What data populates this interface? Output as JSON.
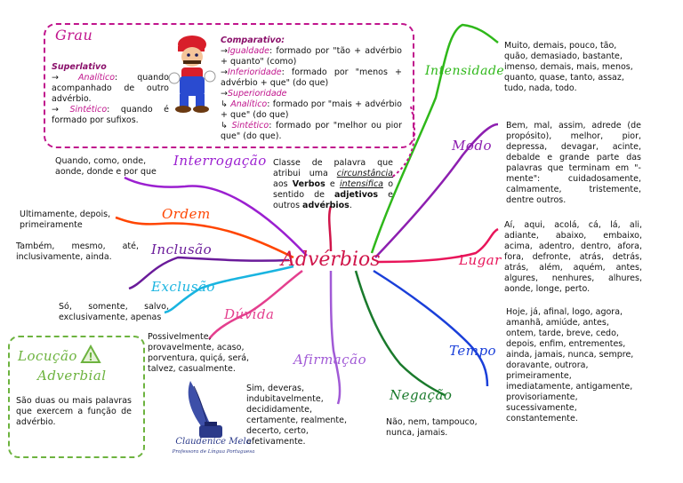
{
  "colors": {
    "center": "#d0154a",
    "interrogacao": "#9b1fd0",
    "ordem": "#ff4500",
    "inclusao": "#6a1b9a",
    "exclusao": "#19b4e0",
    "duvida": "#e43f8e",
    "afirmacao": "#a15ad6",
    "negacao": "#1a7a2c",
    "tempo": "#1a3fd9",
    "lugar": "#e8155a",
    "modo": "#8d1fb0",
    "intensidade": "#2fb81a",
    "grau_border": "#c0148c",
    "locucao_border": "#6db33f"
  },
  "center": {
    "title": "Advérbios"
  },
  "definition": {
    "part1": "Classe de palavra que atribui uma ",
    "circunstancia": "circunstância",
    "part2": " aos ",
    "verbos": "Verbos",
    "part3": " e ",
    "intensifica": "intensifica",
    "part4": " o sentido de ",
    "adjetivos": "adjetivos",
    "part5": " e outros ",
    "adverbios": "advérbios",
    "period": "."
  },
  "grau": {
    "title": "Grau",
    "superlativo_title": "Superlativo",
    "superlativo_analitico_label": "Analítico",
    "superlativo_analitico_text": ": quando acompanhado de outro advérbio.",
    "superlativo_sintetico_label": "Sintético",
    "superlativo_sintetico_text": ": quando é formado por sufixos.",
    "comparativo_title": "Comparativo:",
    "igualdade_label": "Igualdade",
    "igualdade_text": ": formado por \"tão + advérbio + quanto\" (como)",
    "inferioridade_label": "Inferioridade",
    "inferioridade_text": ": formado por \"menos + advérbio + que\" (do que)",
    "superioridade_label": "Superioridade",
    "analitico_label": "Analítico",
    "analitico_text": ": formado por \"mais + advérbio + que\" (do que)",
    "sintetico_label": "Sintético",
    "sintetico_text": ": formado por \"melhor ou pior que\" (do que)."
  },
  "categories": {
    "interrogacao": {
      "label": "Interrogação",
      "text": "Quando, como, onde, aonde, donde e por que"
    },
    "ordem": {
      "label": "Ordem",
      "text": "Ultimamente, depois, primeiramente"
    },
    "inclusao": {
      "label": "Inclusão",
      "text": "Também, mesmo, até, inclusivamente, ainda."
    },
    "exclusao": {
      "label": "Exclusão",
      "text": "Só, somente, salvo, exclusivamente, apenas"
    },
    "duvida": {
      "label": "Dúvida",
      "text": "Possivelmente, provavelmente, acaso, porventura, quiçá, será, talvez, casualmente."
    },
    "afirmacao": {
      "label": "Afirmação",
      "text": "Sim, deveras, indubitavelmente, decididamente, certamente, realmente, decerto, certo, efetivamente."
    },
    "negacao": {
      "label": "Negação",
      "text": "Não, nem, tampouco, nunca, jamais."
    },
    "tempo": {
      "label": "Tempo",
      "text": "Hoje, já, afinal, logo, agora, amanhã, amiúde, antes, ontem, tarde, breve, cedo, depois, enfim, entrementes, ainda, jamais, nunca, sempre, doravante, outrora, primeiramente, imediatamente, antigamente, provisoriamente, sucessivamente, constantemente."
    },
    "lugar": {
      "label": "Lugar",
      "text": "Aí, aqui, acolá, cá, lá, ali, adiante, abaixo, embaixo, acima, adentro, dentro, afora, fora, defronte, atrás, detrás, atrás, além, aquém, antes, algures, nenhures, alhures, aonde, longe, perto."
    },
    "modo": {
      "label": "Modo",
      "text": "Bem, mal, assim, adrede (de propósito), melhor, pior, depressa, devagar, acinte, debalde e grande parte das palavras que terminam em \"-mente\": cuidadosamente, calmamente, tristemente, dentre outros."
    },
    "intensidade": {
      "label": "Intensidade",
      "text": "Muito, demais, pouco, tão, quão, demasiado, bastante, imenso, demais, mais, menos, quanto, quase, tanto, assaz, tudo, nada, todo."
    }
  },
  "locucao": {
    "title_line1": "Locução",
    "title_line2": "Adverbial",
    "warning_symbol": "!",
    "text": "São duas ou mais palavras que exercem a função de advérbio."
  },
  "logo": {
    "name": "Claudenice Melo",
    "subtitle": "Professora de Língua Portuguesa"
  }
}
